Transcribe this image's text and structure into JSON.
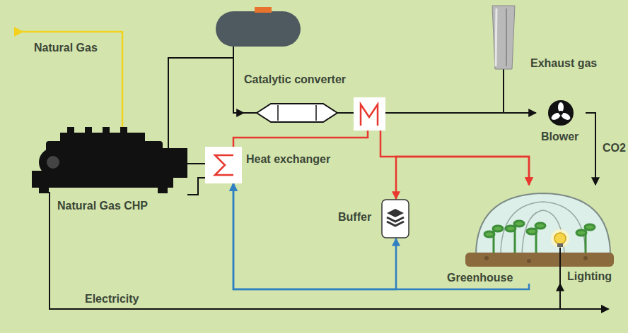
{
  "diagram": {
    "nodes": [
      {
        "text": [
          "Natural Gas CHP"
        ]
      },
      {
        "text": [
          "Heat exchanger"
        ]
      },
      {
        "text": [
          "Catalytic converter"
        ]
      },
      {
        "text": [
          "Exhaust gas"
        ]
      },
      {
        "text": [
          "Blower"
        ]
      },
      {
        "text": [
          "Buffer"
        ]
      },
      {
        "text": [
          "Greenhouse"
        ]
      },
      {
        "text": [
          "Lighting"
        ],
        "in": 6
      }
    ],
    "edges": [
      {
        "from": 0,
        "to": 2,
        "arrow": "to"
      },
      {
        "from": 2,
        "to": 4,
        "arrow": "to"
      },
      {
        "from": 3,
        "to": 4,
        "arrow": "none"
      },
      {
        "from": 4,
        "to": 6,
        "label": "CO2",
        "arrow": "to"
      },
      {
        "from": 0,
        "to": 1,
        "arrow": "none"
      },
      {
        "from": 1,
        "to": 6,
        "arrow": "to"
      },
      {
        "from": 5,
        "to": 6,
        "arrow": "both"
      },
      {
        "from": 6,
        "to": 1,
        "arrow": "to"
      },
      {
        "from": 5,
        "to": 1,
        "arrow": "both"
      },
      {
        "from": 0,
        "to": 7,
        "arrow": "to"
      }
    ],
    "labels": [
      "Natural Gas",
      "Electricity"
    ]
  }
}
